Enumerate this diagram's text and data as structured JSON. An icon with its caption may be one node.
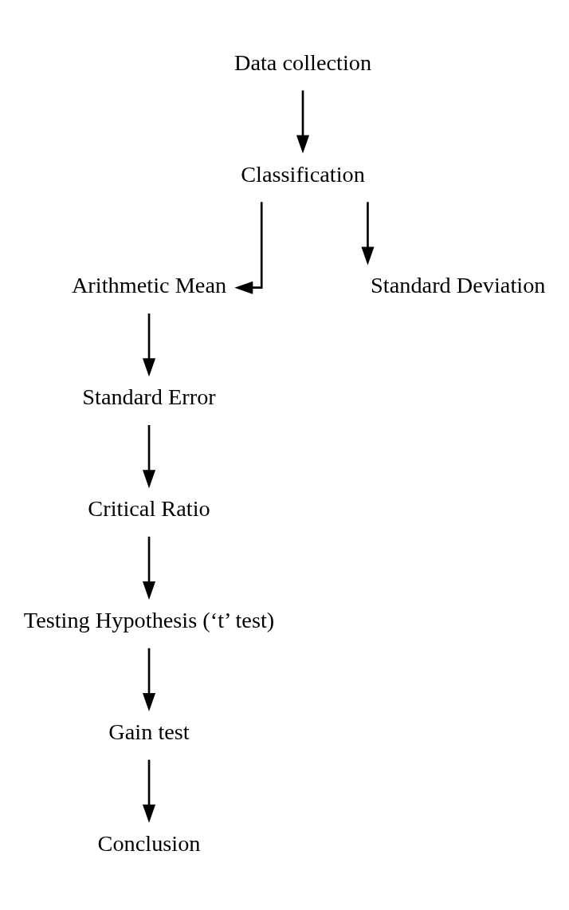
{
  "diagram": {
    "nodes": [
      {
        "text": [
          "Data collection"
        ]
      },
      {
        "text": [
          "Classification"
        ]
      },
      {
        "text": [
          "Arithmetic Mean"
        ]
      },
      {
        "text": [
          "Standard Deviation"
        ]
      },
      {
        "text": [
          "Standard Error"
        ]
      },
      {
        "text": [
          "Critical Ratio"
        ]
      },
      {
        "text": [
          "Testing Hypothesis (‘t’ test)"
        ]
      },
      {
        "text": [
          "Gain test"
        ]
      },
      {
        "text": [
          "Conclusion"
        ]
      }
    ],
    "edges": [
      {
        "from": 0,
        "to": 1,
        "arrow": "to"
      },
      {
        "from": 1,
        "to": 2,
        "arrow": "to"
      },
      {
        "from": 1,
        "to": 3,
        "arrow": "to"
      },
      {
        "from": 2,
        "to": 4,
        "arrow": "to"
      },
      {
        "from": 4,
        "to": 5,
        "arrow": "to"
      },
      {
        "from": 5,
        "to": 6,
        "arrow": "to"
      },
      {
        "from": 6,
        "to": 7,
        "arrow": "to"
      },
      {
        "from": 7,
        "to": 8,
        "arrow": "to"
      }
    ]
  }
}
